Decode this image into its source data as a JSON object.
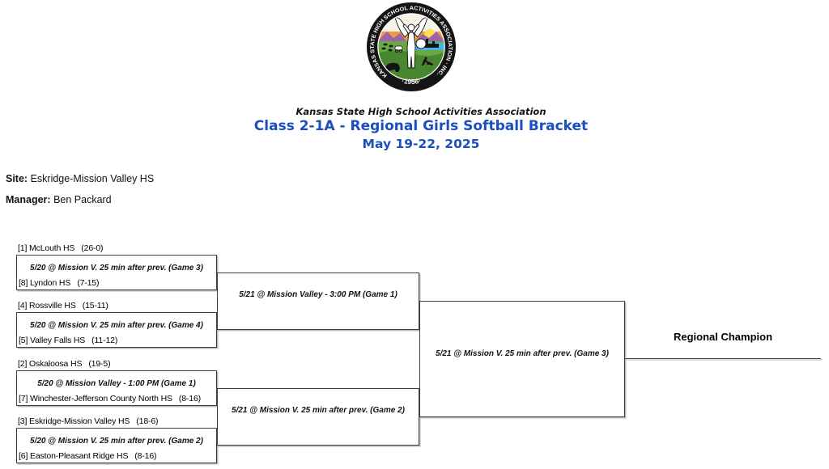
{
  "logo": {
    "ring_text": "KANSAS STATE HIGH SCHOOL ACTIVITIES ASSOCIATION · INC.",
    "year": "·1956·"
  },
  "header": {
    "association": "Kansas State High School Activities Association",
    "title": "Class 2-1A - Regional Girls Softball Bracket",
    "dates": "May 19-22, 2025",
    "accent_color": "#1a4fbe"
  },
  "info": {
    "site_label": "Site:",
    "site": "Eskridge-Mission Valley HS",
    "manager_label": "Manager:",
    "manager": "Ben Packard"
  },
  "bracket": {
    "champion_label": "Regional Champion",
    "round1": [
      {
        "top": "[1] McLouth HS",
        "top_record": "(26-0)",
        "info": "5/20 @ Mission V. 25 min after prev. (Game 3)",
        "bottom": "[8] Lyndon HS",
        "bottom_record": "(7-15)"
      },
      {
        "top": "[4] Rossville HS",
        "top_record": "(15-11)",
        "info": "5/20 @ Mission V. 25 min after prev. (Game 4)",
        "bottom": "[5] Valley Falls HS",
        "bottom_record": "(11-12)"
      },
      {
        "top": "[2] Oskaloosa HS",
        "top_record": "(19-5)",
        "info": "5/20 @ Mission Valley - 1:00 PM (Game 1)",
        "bottom": "[7] Winchester-Jefferson County North HS",
        "bottom_record": "(8-16)"
      },
      {
        "top": "[3] Eskridge-Mission Valley HS",
        "top_record": "(18-6)",
        "info": "5/20 @ Mission V. 25 min after prev. (Game 2)",
        "bottom": "[6] Easton-Pleasant Ridge HS",
        "bottom_record": "(8-16)"
      }
    ],
    "semifinals": [
      {
        "info": "5/21 @ Mission Valley - 3:00 PM (Game 1)"
      },
      {
        "info": "5/21 @ Mission V. 25 min after prev. (Game 2)"
      }
    ],
    "final": {
      "info": "5/21 @ Mission V. 25 min after prev. (Game 3)"
    }
  }
}
